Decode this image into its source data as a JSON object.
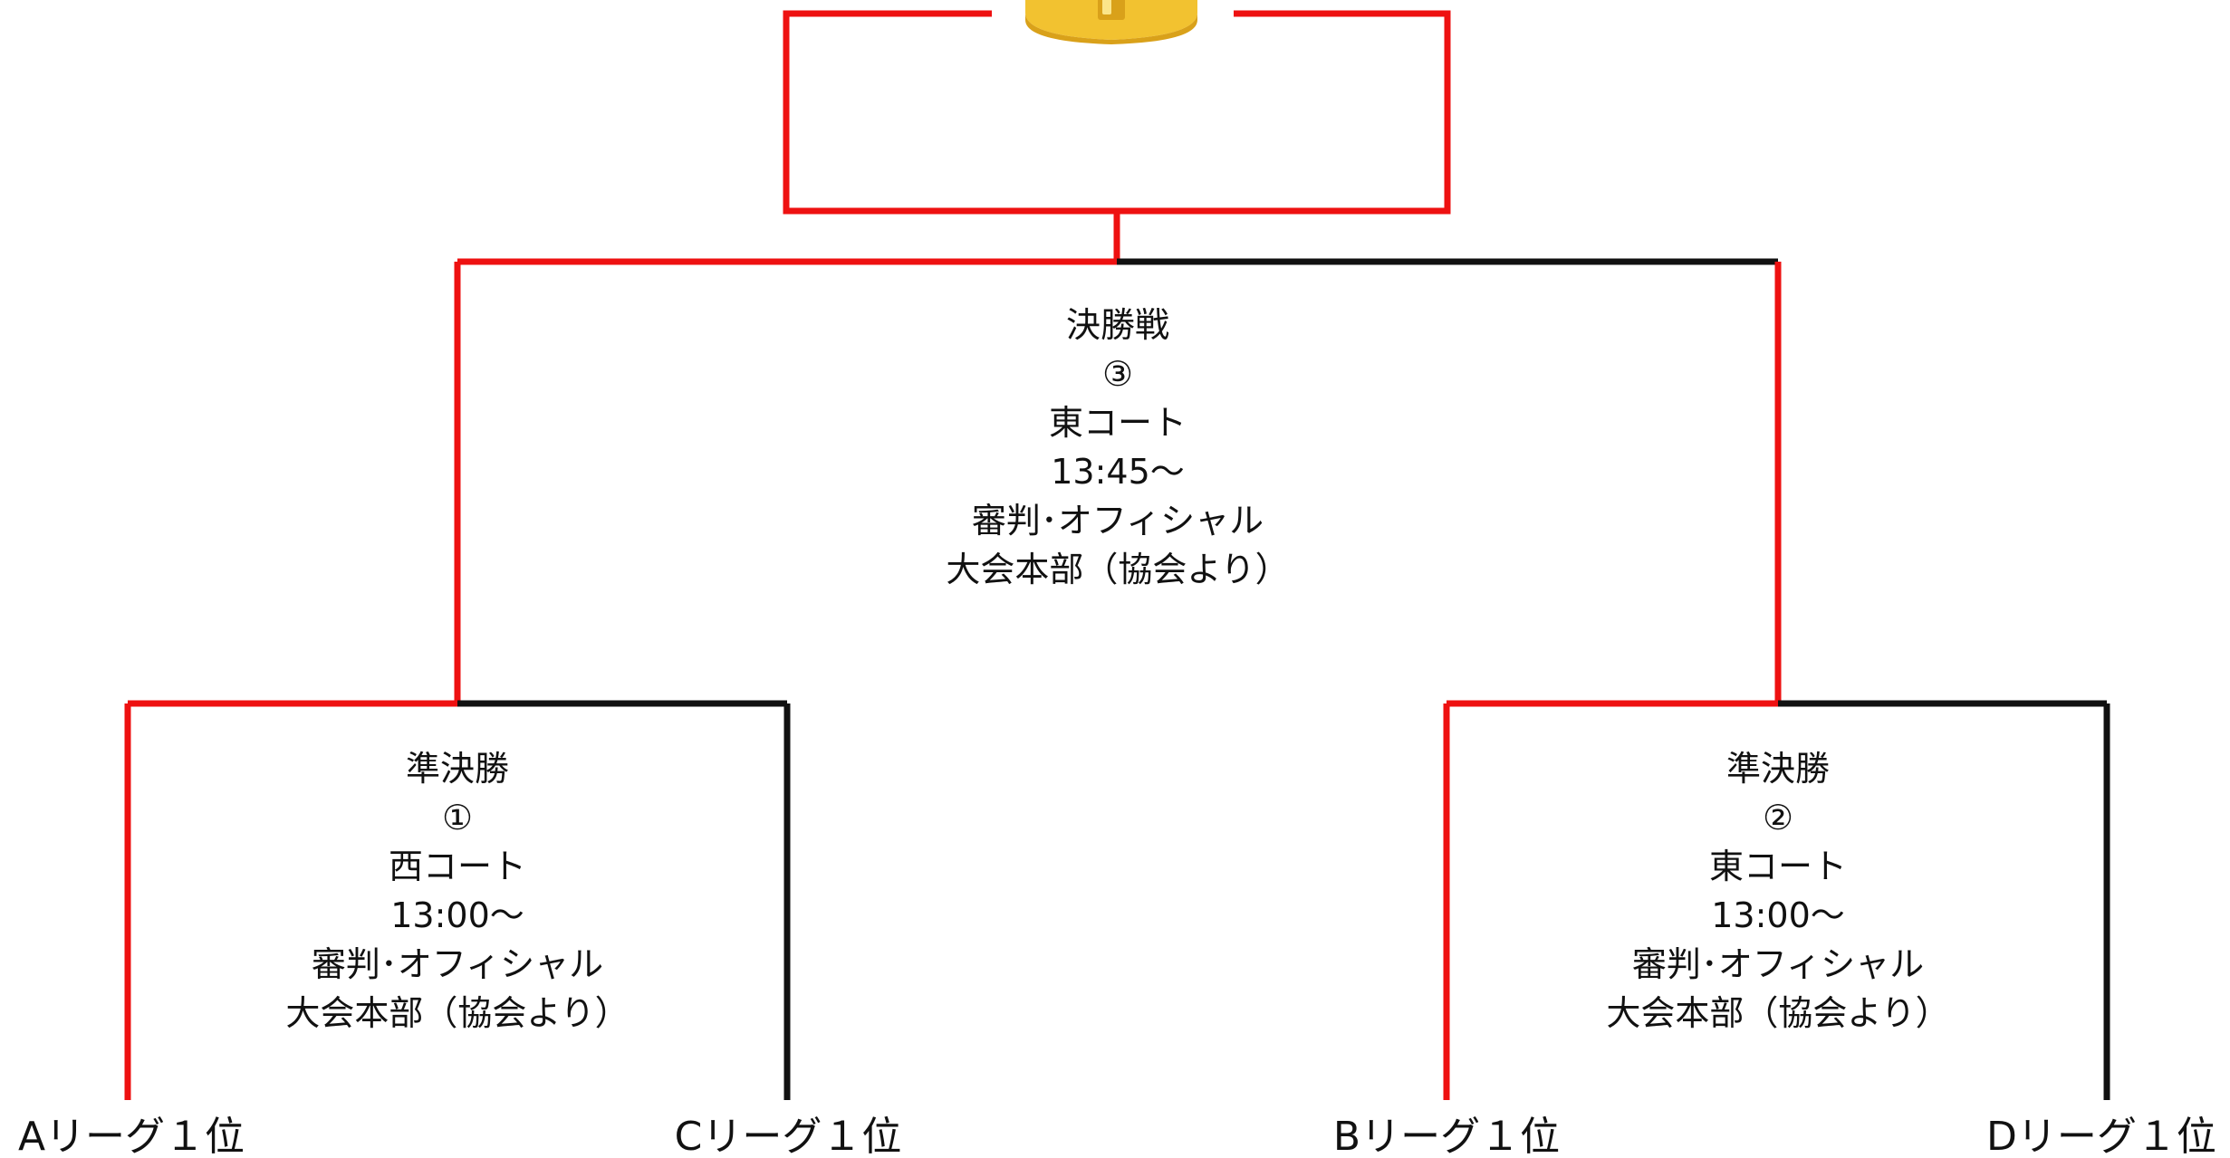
{
  "colors": {
    "winner_path": "#ee1111",
    "loser_path": "#111111",
    "trophy_gold": "#f2c230",
    "trophy_gold_dark": "#d9a11a",
    "trophy_highlight": "#fbe58a"
  },
  "icons": {
    "trophy": "trophy-icon"
  },
  "final": {
    "title": "決勝戦",
    "number": "③",
    "court": "東コート",
    "time": "13:45～",
    "officials_label": "審判･オフィシャル",
    "officials": "大会本部（協会より）"
  },
  "semifinal_1": {
    "title": "準決勝",
    "number": "①",
    "court": "西コート",
    "time": "13:00～",
    "officials_label": "審判･オフィシャル",
    "officials": "大会本部（協会より）"
  },
  "semifinal_2": {
    "title": "準決勝",
    "number": "②",
    "court": "東コート",
    "time": "13:00～",
    "officials_label": "審判･オフィシャル",
    "officials": "大会本部（協会より）"
  },
  "teams": {
    "a": "Aリーグ１位",
    "c": "Cリーグ１位",
    "b": "Bリーグ１位",
    "d": "Dリーグ１位"
  }
}
